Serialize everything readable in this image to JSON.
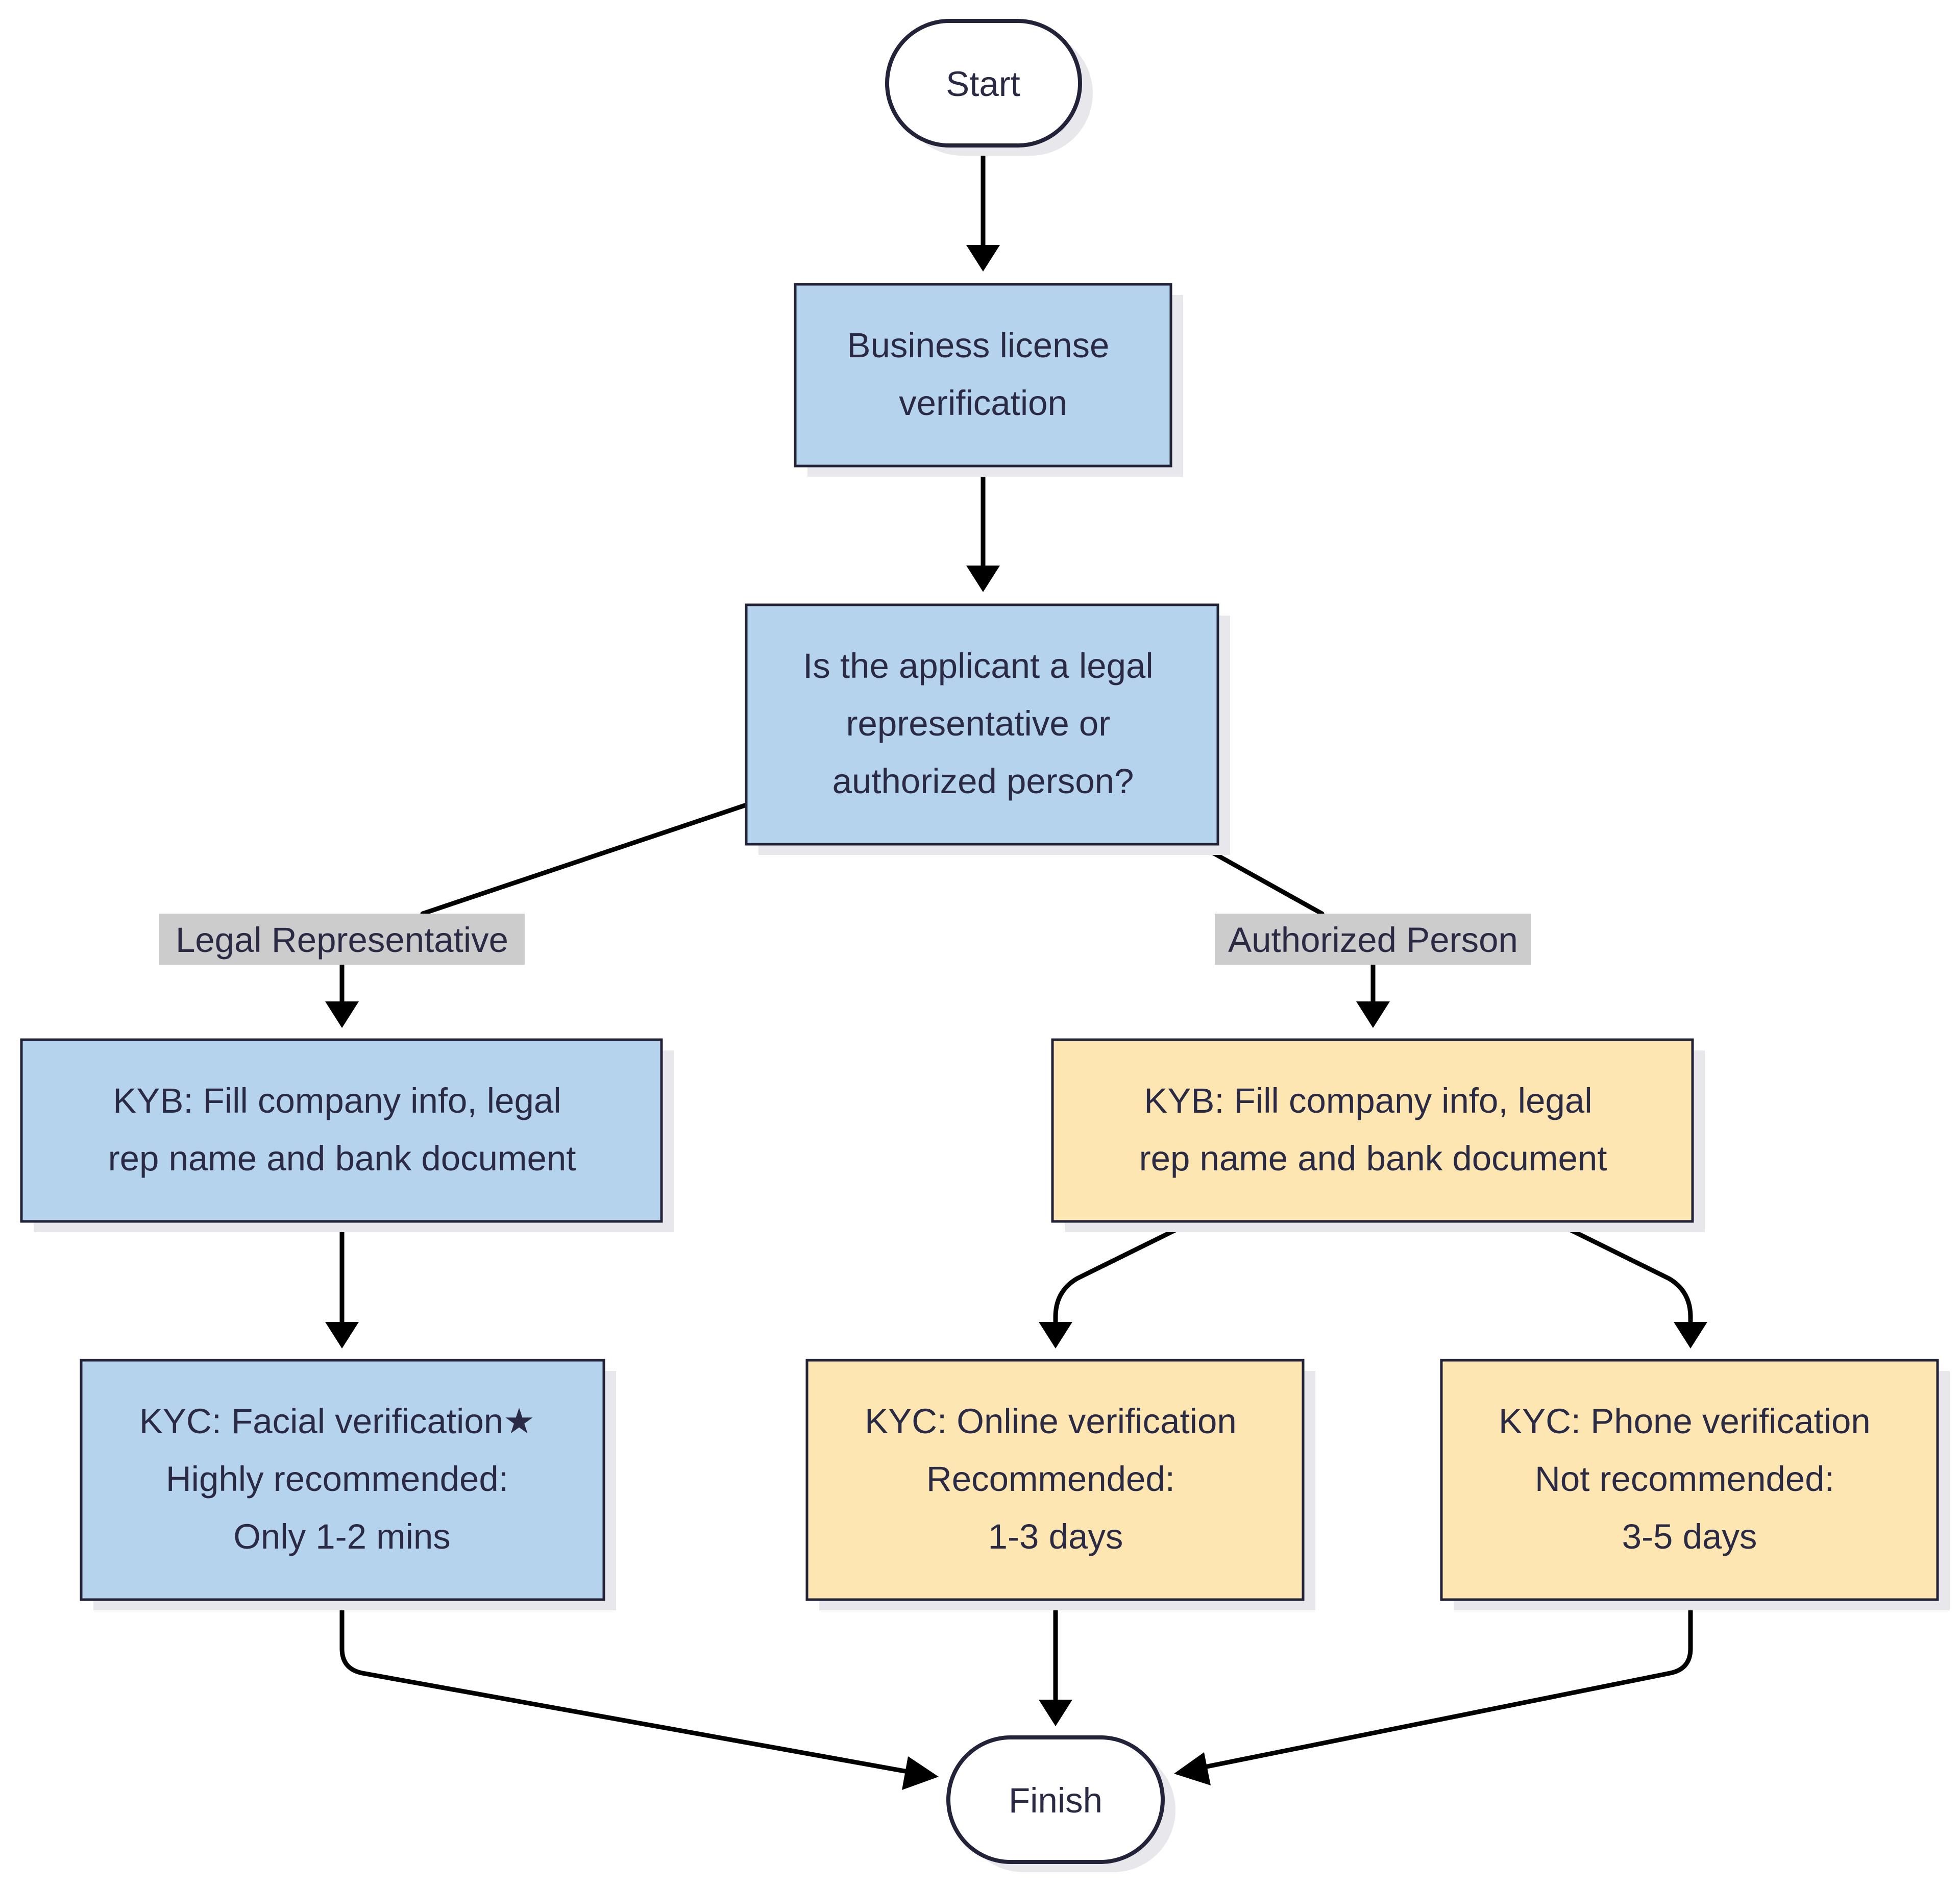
{
  "diagram": {
    "colors": {
      "blue_fill": "#b6d3ee",
      "yellow_fill": "#fde6b1",
      "stroke": "#222238",
      "label_bg": "#cccccc",
      "text": "#2a2a44",
      "edge": "#000000"
    },
    "nodes": {
      "start": {
        "lines": [
          "Start"
        ]
      },
      "business_license": {
        "lines": [
          "Business license",
          "verification"
        ]
      },
      "decision": {
        "lines": [
          "Is the applicant a legal",
          "representative or",
          "authorized person?"
        ]
      },
      "kyb_legal": {
        "lines": [
          "KYB: Fill company info, legal",
          "rep name and bank document"
        ]
      },
      "kyb_authorized": {
        "lines": [
          "KYB: Fill company info, legal",
          "rep name and bank document"
        ]
      },
      "kyc_facial": {
        "lines": [
          "KYC: Facial verification★",
          "Highly recommended:",
          "Only 1-2 mins"
        ]
      },
      "kyc_online": {
        "lines": [
          "KYC: Online verification",
          "Recommended:",
          "1-3 days"
        ]
      },
      "kyc_phone": {
        "lines": [
          "KYC: Phone verification",
          "Not recommended:",
          "3-5 days"
        ]
      },
      "finish": {
        "lines": [
          "Finish"
        ]
      }
    },
    "edge_labels": {
      "legal_representative": "Legal Representative",
      "authorized_person": "Authorized Person"
    }
  }
}
